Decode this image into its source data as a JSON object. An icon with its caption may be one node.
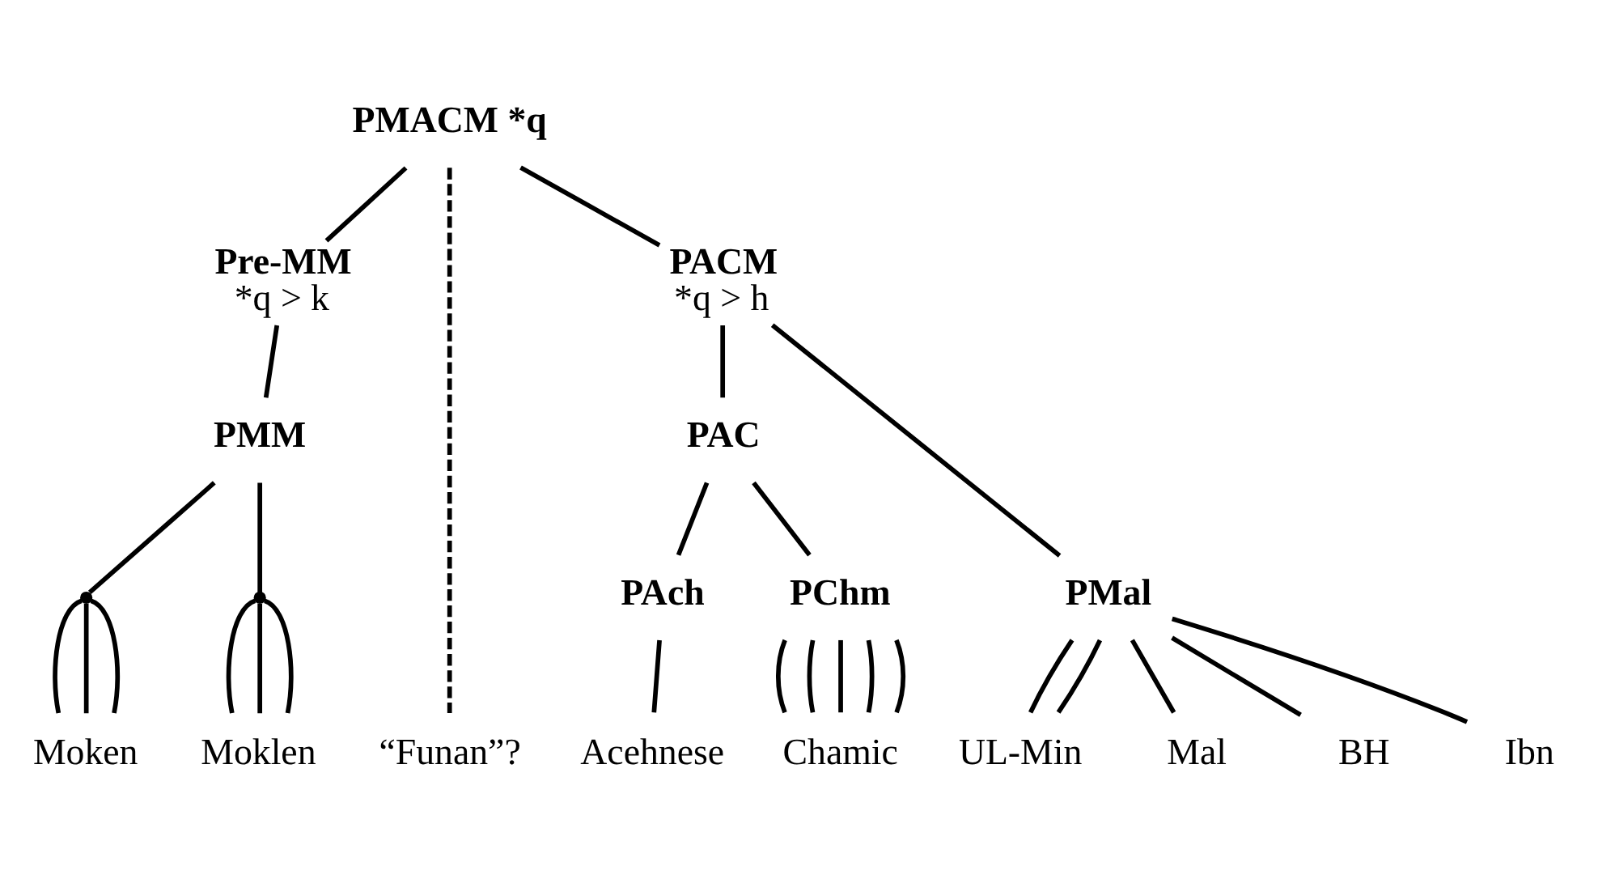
{
  "diagram": {
    "nodes": [
      {
        "text": [
          "PMACM *q"
        ]
      },
      {
        "text": [
          "Pre-MM",
          "*q > k"
        ]
      },
      {
        "text": [
          "“Funan”?"
        ]
      },
      {
        "text": [
          "PACM",
          "*q > h"
        ]
      },
      {
        "text": [
          "PAC"
        ]
      },
      {
        "text": [
          "PMM"
        ]
      },
      {
        "text": [
          "PAch"
        ]
      },
      {
        "text": [
          "PChm"
        ]
      },
      {
        "text": [
          "PMal"
        ]
      },
      {
        "text": [],
        "shape": "point"
      },
      {
        "text": [],
        "shape": "point"
      },
      {
        "text": [
          "Moken"
        ]
      },
      {
        "text": [
          "Moklen"
        ]
      },
      {
        "text": [
          "Acehnese"
        ]
      },
      {
        "text": [
          "Chamic"
        ]
      },
      {
        "text": [
          "UL-Min"
        ]
      },
      {
        "text": [
          "Mal"
        ]
      },
      {
        "text": [
          "BH"
        ]
      },
      {
        "text": [
          "Ibn"
        ]
      }
    ],
    "edges": [
      {
        "from": 0,
        "to": 1,
        "arrow": "none"
      },
      {
        "from": 0,
        "to": 2,
        "arrow": "none",
        "style": "dashed"
      },
      {
        "from": 0,
        "to": 3,
        "arrow": "none"
      },
      {
        "from": 1,
        "to": 5,
        "arrow": "none"
      },
      {
        "from": 3,
        "to": 4,
        "arrow": "none"
      },
      {
        "from": 3,
        "to": 8,
        "arrow": "none"
      },
      {
        "from": 5,
        "to": 9,
        "arrow": "none"
      },
      {
        "from": 5,
        "to": 10,
        "arrow": "none"
      },
      {
        "from": 4,
        "to": 6,
        "arrow": "none"
      },
      {
        "from": 4,
        "to": 7,
        "arrow": "none"
      },
      {
        "from": 9,
        "to": 11,
        "arrow": "none"
      },
      {
        "from": 9,
        "to": 11,
        "arrow": "none"
      },
      {
        "from": 9,
        "to": 11,
        "arrow": "none"
      },
      {
        "from": 10,
        "to": 12,
        "arrow": "none"
      },
      {
        "from": 10,
        "to": 12,
        "arrow": "none"
      },
      {
        "from": 10,
        "to": 12,
        "arrow": "none"
      },
      {
        "from": 6,
        "to": 13,
        "arrow": "none"
      },
      {
        "from": 7,
        "to": 14,
        "arrow": "none"
      },
      {
        "from": 7,
        "to": 14,
        "arrow": "none"
      },
      {
        "from": 7,
        "to": 14,
        "arrow": "none"
      },
      {
        "from": 7,
        "to": 14,
        "arrow": "none"
      },
      {
        "from": 7,
        "to": 14,
        "arrow": "none"
      },
      {
        "from": 8,
        "to": 15,
        "arrow": "none"
      },
      {
        "from": 8,
        "to": 15,
        "arrow": "none"
      },
      {
        "from": 8,
        "to": 16,
        "arrow": "none"
      },
      {
        "from": 8,
        "to": 17,
        "arrow": "none"
      },
      {
        "from": 8,
        "to": 18,
        "arrow": "none"
      }
    ]
  }
}
